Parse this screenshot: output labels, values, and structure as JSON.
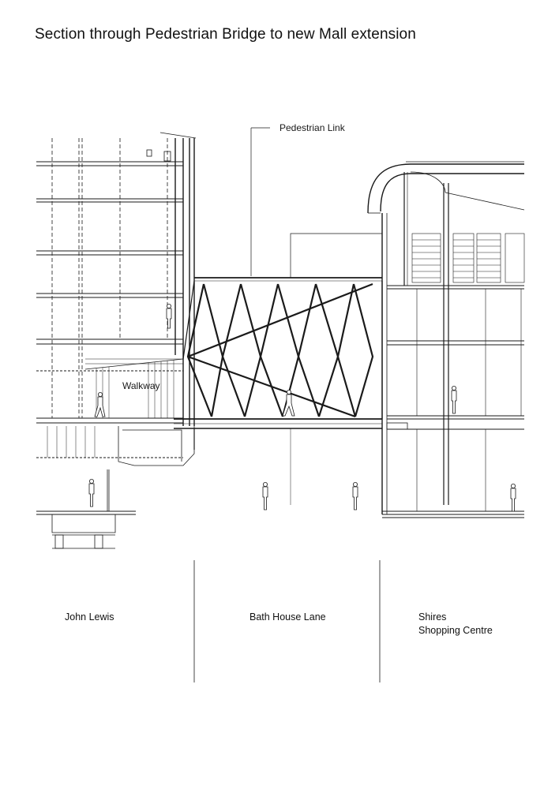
{
  "title": "Section through Pedestrian Bridge to new Mall extension",
  "callout": "Pedestrian Link",
  "walkway_label": "Walkway",
  "zones": [
    {
      "label": "John Lewis"
    },
    {
      "label": "Bath House Lane"
    },
    {
      "label_line1": "Shires",
      "label_line2": "Shopping Centre"
    }
  ],
  "colors": {
    "line": "#1a1a1a",
    "background": "#ffffff"
  }
}
